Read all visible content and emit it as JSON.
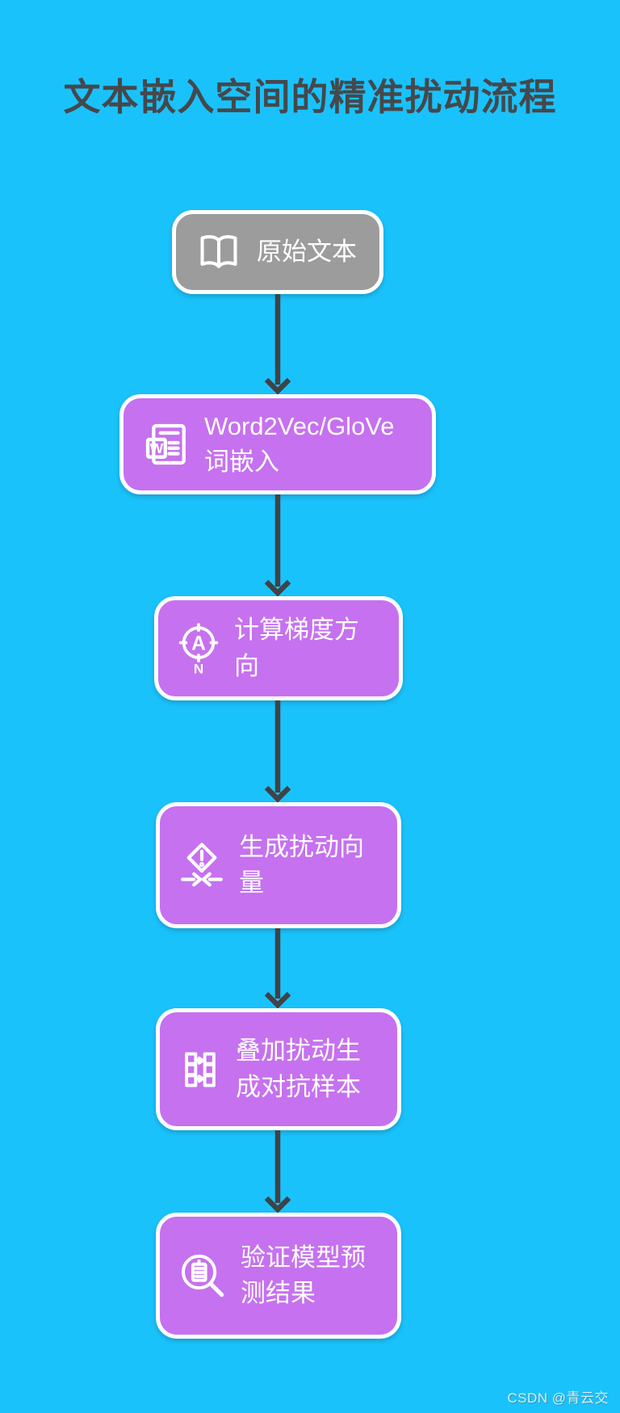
{
  "page": {
    "title": "文本嵌入空间的精准扰动流程",
    "watermark": "CSDN @青云交"
  },
  "colors": {
    "background": "#1AC2FB",
    "node_fill": "#C671EF",
    "start_node_fill": "#9C9C9C",
    "node_border": "#FFFFFF",
    "node_text": "#FFFFFF",
    "title_text": "#45484C",
    "arrow": "#3E4347"
  },
  "flow": {
    "type": "vertical-flowchart",
    "steps": [
      {
        "id": "original-text",
        "icon": "book-open-icon",
        "lines": [
          "原始文本"
        ]
      },
      {
        "id": "word-embedding",
        "icon": "word-document-icon",
        "lines": [
          "Word2Vec/GloVe",
          "词嵌入"
        ]
      },
      {
        "id": "gradient-direction",
        "icon": "compass-icon",
        "lines": [
          "计算梯度方",
          "向"
        ]
      },
      {
        "id": "perturbation-vector",
        "icon": "collision-warning-icon",
        "lines": [
          "生成扰动向",
          "量"
        ]
      },
      {
        "id": "adversarial-sample",
        "icon": "data-transform-icon",
        "lines": [
          "叠加扰动生",
          "成对抗样本"
        ]
      },
      {
        "id": "verify-prediction",
        "icon": "search-document-icon",
        "lines": [
          "验证模型预",
          "测结果"
        ]
      }
    ]
  },
  "icons": {
    "word_badge": "W",
    "compass_a": "A",
    "compass_n": "N"
  }
}
